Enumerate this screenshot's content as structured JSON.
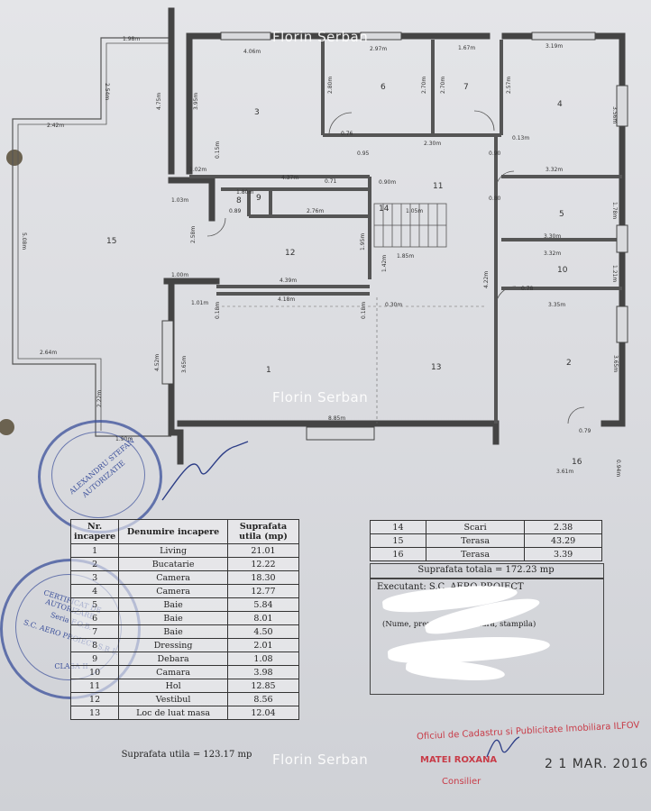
{
  "watermark": "Florin Serban",
  "plan": {
    "room_numbers": [
      "1",
      "2",
      "3",
      "4",
      "5",
      "6",
      "7",
      "8",
      "9",
      "10",
      "11",
      "12",
      "13",
      "14",
      "15",
      "16"
    ],
    "dimensions": [
      "1.98m",
      "2.54m",
      "2.42m",
      "4.06m",
      "2.97m",
      "1.67m",
      "3.19m",
      "4.75m",
      "3.95m",
      "2.80m",
      "2.70m",
      "2.70m",
      "2.57m",
      "3.56m",
      "0.13m",
      "2.30m",
      "3.32m",
      "4.37m",
      "0.71",
      "2.76m",
      "1.05m",
      "0.90m",
      "3.30m",
      "1.78m",
      "3.32m",
      "5.08m",
      "2.58m",
      "1.00m",
      "1.80m",
      "1.95m",
      "1.85m",
      "4.39m",
      "4.18m",
      "1.42m",
      "3.35m",
      "1.21m",
      "2.64m",
      "0.18m",
      "0.18m",
      "0.30m",
      "4.52m",
      "3.65m",
      "3.65m",
      "4.22m",
      "8.85m",
      "2.22m",
      "1.90m",
      "3.61m",
      "0.94m",
      "0.76",
      "0.95",
      "0.79",
      "0.80",
      "0.89",
      "0.90",
      "0.78",
      "1.02m",
      "1.03m",
      "1.01m",
      "0.15m"
    ]
  },
  "table_main": {
    "headers": [
      "Nr. incapere",
      "Denumire incapere",
      "Suprafata utila (mp)"
    ],
    "rows": [
      [
        "1",
        "Living",
        "21.01"
      ],
      [
        "2",
        "Bucatarie",
        "12.22"
      ],
      [
        "3",
        "Camera",
        "18.30"
      ],
      [
        "4",
        "Camera",
        "12.77"
      ],
      [
        "5",
        "Baie",
        "5.84"
      ],
      [
        "6",
        "Baie",
        "8.01"
      ],
      [
        "7",
        "Baie",
        "4.50"
      ],
      [
        "8",
        "Dressing",
        "2.01"
      ],
      [
        "9",
        "Debara",
        "1.08"
      ],
      [
        "10",
        "Camara",
        "3.98"
      ],
      [
        "11",
        "Hol",
        "12.85"
      ],
      [
        "12",
        "Vestibul",
        "8.56"
      ],
      [
        "13",
        "Loc de luat masa",
        "12.04"
      ]
    ],
    "total": "Suprafata utila = 123.17 mp"
  },
  "table_right": {
    "rows": [
      [
        "14",
        "Scari",
        "2.38"
      ],
      [
        "15",
        "Terasa",
        "43.29"
      ],
      [
        "16",
        "Terasa",
        "3.39"
      ]
    ],
    "total": "Suprafata totala = 172.23 mp",
    "executant": "Executant: S.C. AERO PROIECT",
    "name_label": "(Nume, prenume, semnatura, stampila)"
  },
  "stamps": {
    "top_text": "ALEXANDRU STEFAN",
    "top_sub": "AUTORIZATIE",
    "bottom_text": "CERTIFICAT DE AUTORIZARE",
    "bottom_series": "Seria F.O.B.",
    "bottom_company": "S.C. AERO PROIECT S.R.L.",
    "bottom_class": "CLASA II"
  },
  "office": {
    "line1": "Oficiul de Cadastru si Publicitate Imobiliara ILFOV",
    "line2": "MATEI ROXANA",
    "line3": "Consilier",
    "date": "2 1 MAR. 2016"
  },
  "colors": {
    "ink": "#333333",
    "stamp_blue": "#3a4f9a",
    "office_red": "#c83c48"
  }
}
